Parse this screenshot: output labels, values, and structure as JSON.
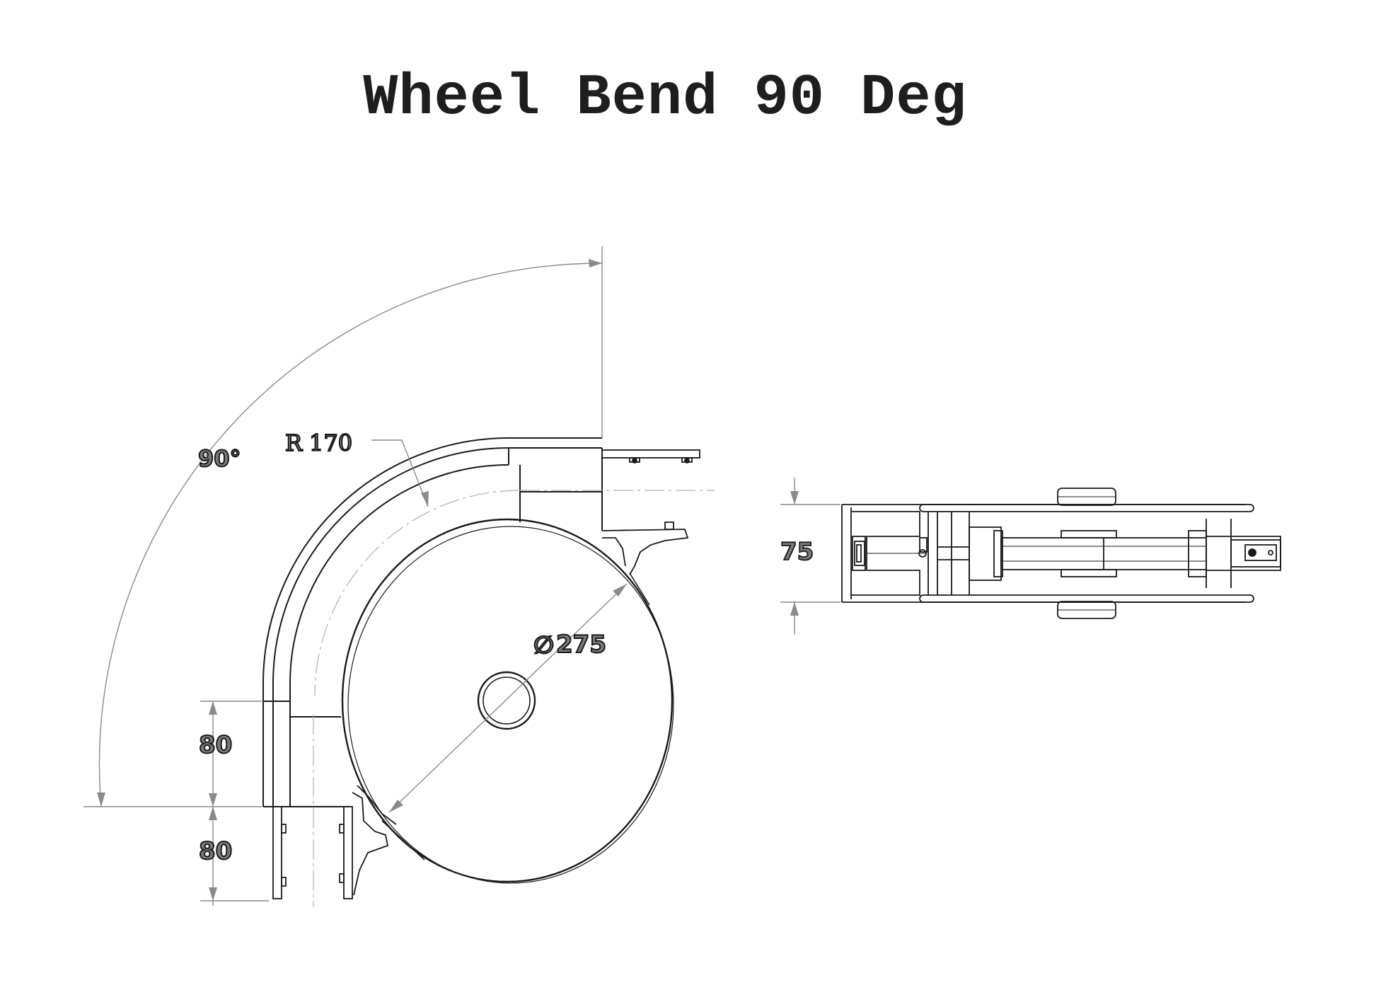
{
  "title": "Wheel Bend 90 Deg",
  "dimensions": {
    "angle": "90°",
    "radius_prefix": "R",
    "radius_value": "170",
    "diameter_symbol": "∅",
    "diameter_value": "275",
    "upper_length": "80",
    "lower_length": "80",
    "height": "75"
  }
}
